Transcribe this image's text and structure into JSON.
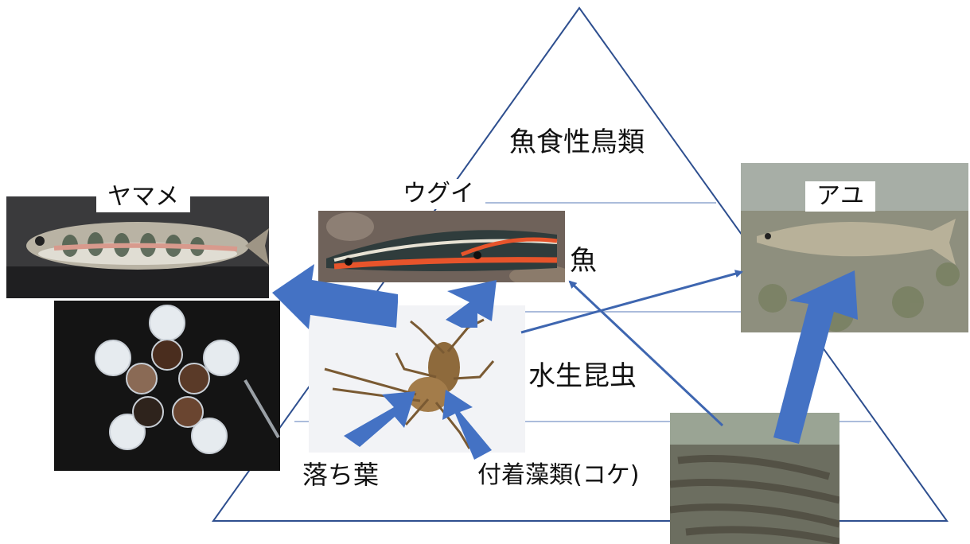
{
  "pyramid": {
    "levels": {
      "top": "魚食性鳥類",
      "fish": "魚",
      "insects": "水生昆虫",
      "leaves": "落ち葉",
      "algae": "付着藻類(コケ)"
    },
    "line_color": "#2e4f8f"
  },
  "photos": {
    "yamame": {
      "caption": "ヤマメ",
      "icon": "trout-photo"
    },
    "ugui": {
      "caption": "ウグイ",
      "icon": "dace-photo"
    },
    "ayu": {
      "caption": "アユ",
      "icon": "sweetfish-photo"
    },
    "stomach": {
      "icon": "stomach-contents-photo"
    },
    "mayfly": {
      "icon": "mayfly-larva-photo"
    },
    "algae": {
      "icon": "algae-rock-photo"
    }
  },
  "arrow_color": "#4472c4"
}
